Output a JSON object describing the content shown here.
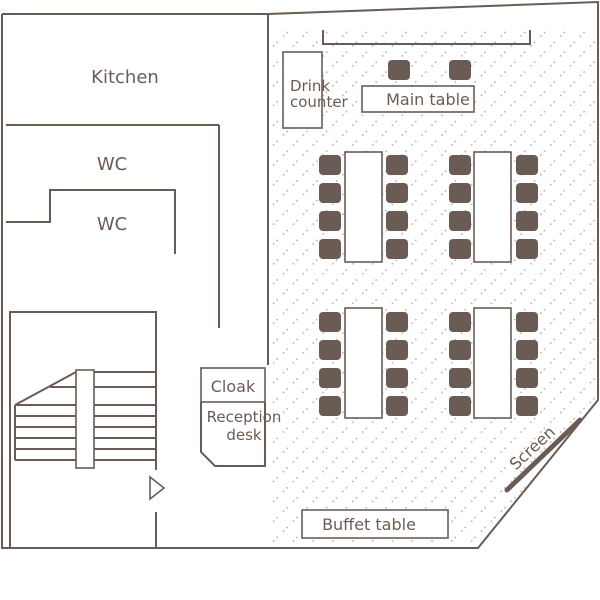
{
  "rooms": {
    "kitchen": "Kitchen",
    "wc1": "WC",
    "wc2": "WC"
  },
  "furniture": {
    "drink_counter_line1": "Drink",
    "drink_counter_line2": "counter",
    "main_table": "Main table",
    "cloak": "Cloak",
    "reception_line1": "Reception",
    "reception_line2": "desk",
    "screen": "Screen",
    "buffet_table": "Buffet table"
  },
  "colors": {
    "line": "#6b5b55",
    "chair": "#6b5b55",
    "hatch": "#b9aaa3",
    "background": "#ffffff"
  }
}
